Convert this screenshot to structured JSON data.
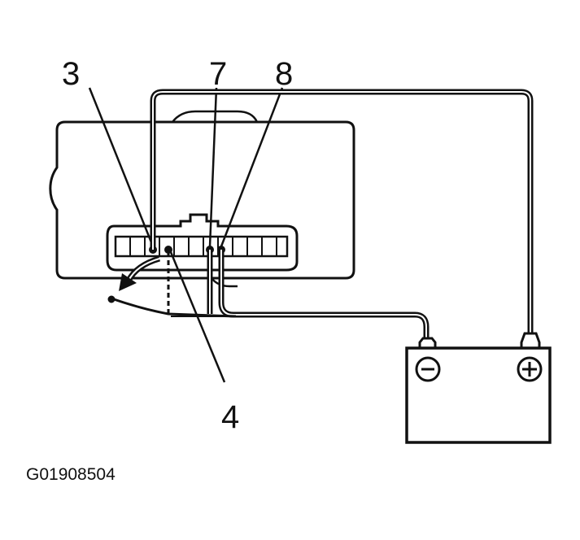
{
  "pin_labels": {
    "pin_3": "3",
    "pin_4": "4",
    "pin_7": "7",
    "pin_8": "8"
  },
  "battery": {
    "negative_symbol": "−",
    "positive_symbol": "+"
  },
  "figure_code": "G01908504",
  "colors": {
    "line": "#111111",
    "background": "#ffffff"
  }
}
